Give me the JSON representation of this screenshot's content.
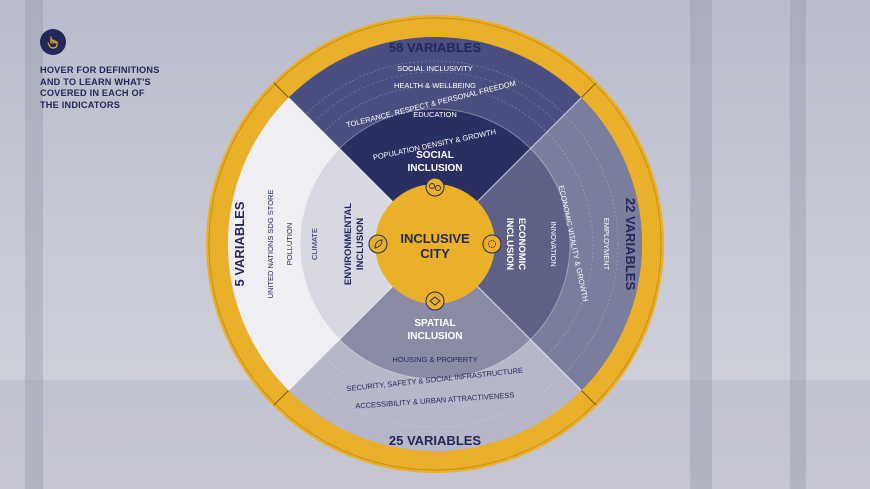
{
  "hint": {
    "text": "HOVER FOR DEFINITIONS\nAND TO LEARN WHAT'S\nCOVERED IN EACH OF\nTHE INDICATORS",
    "icon": "pointer-hand-icon"
  },
  "center": {
    "line1": "INCLUSIVE",
    "line2": "CITY"
  },
  "variables": {
    "top": "58 VARIABLES",
    "right": "22 VARIABLES",
    "bottom": "25 VARIABLES",
    "left": "5 VARIABLES"
  },
  "sections": {
    "social": {
      "title1": "SOCIAL",
      "title2": "INCLUSION",
      "items": [
        "POPULATION DENSITY & GROWTH",
        "EDUCATION",
        "TOLERANCE, RESPECT & PERSONAL FREEDOM",
        "HEALTH & WELLBEING",
        "SOCIAL INCLUSIVITY"
      ]
    },
    "economic": {
      "title1": "ECONOMIC",
      "title2": "INCLUSION",
      "items": [
        "INNOVATION",
        "ECONOMIC VITALITY & GROWTH",
        "EMPLOYMENT"
      ]
    },
    "spatial": {
      "title1": "SPATIAL",
      "title2": "INCLUSION",
      "items": [
        "HOUSING & PROPERTY",
        "SECURITY, SAFETY & SOCIAL INFRASTRUCTURE",
        "ACCESSIBILITY & URBAN ATTRACTIVENESS"
      ]
    },
    "environmental": {
      "title1": "ENVIRONMENTAL",
      "title2": "INCLUSION",
      "items": [
        "CLIMATE",
        "POLLUTION",
        "UNITED NATIONS SDG STORE"
      ]
    }
  },
  "colors": {
    "ring": "#eab02a",
    "navy": "#232859",
    "social": "#2a2f62",
    "social_band": "#4a4f7f",
    "economic": "#5d6185",
    "economic_band": "#7a7d9c",
    "spatial": "#8a8ca5",
    "spatial_band": "#b6b7c8",
    "environmental": "#d7d8e1",
    "environmental_band": "#eeeef3"
  }
}
